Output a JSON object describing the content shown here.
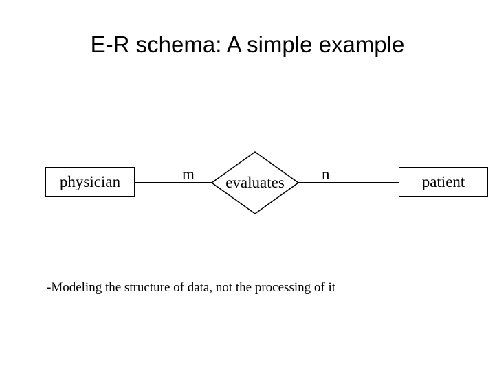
{
  "slide": {
    "title": "E-R schema: A simple example",
    "footnote": "-Modeling the structure of data, not the processing of it",
    "background_color": "#ffffff",
    "line_color": "#000000",
    "text_color": "#000000"
  },
  "diagram": {
    "type": "entity-relationship",
    "entities": [
      {
        "label": "physician"
      },
      {
        "label": "patient"
      }
    ],
    "relationship": {
      "label": "evaluates"
    },
    "cardinalities": [
      {
        "label": "m",
        "side": "left"
      },
      {
        "label": "n",
        "side": "right"
      }
    ]
  }
}
